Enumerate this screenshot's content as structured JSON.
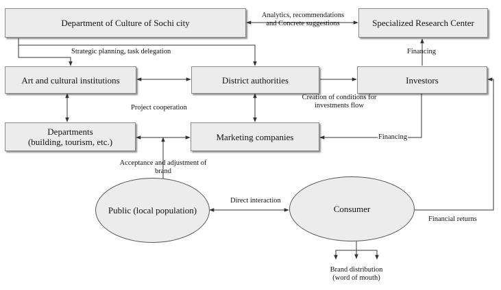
{
  "nodes": {
    "dept_culture": "Department of Culture of Sochi city",
    "research_center": "Specialized Research Center",
    "art_institutions": "Art and cultural institutions",
    "district_authorities": "District authorities",
    "investors": "Investors",
    "departments_line1": "Departments",
    "departments_line2": "(building, tourism, etc.)",
    "marketing_companies": "Marketing companies",
    "public": "Public (local population)",
    "consumer": "Consumer"
  },
  "edge_labels": {
    "analytics_line1": "Analytics, recommendations",
    "analytics_line2": "and Concrete suggestions",
    "strategic": "Strategic planning, task delegation",
    "financing_top": "Financing",
    "project_coop": "Project cooperation",
    "creation_line1": "Creation of conditions for",
    "creation_line2": "investments flow",
    "financing_mid": "Financing",
    "acceptance_line1": "Acceptance and adjustment of",
    "acceptance_line2": "brand",
    "direct": "Direct interaction",
    "financial_returns": "Financial returns",
    "brand_dist_line1": "Brand distribution",
    "brand_dist_line2": "(word of mouth)"
  }
}
